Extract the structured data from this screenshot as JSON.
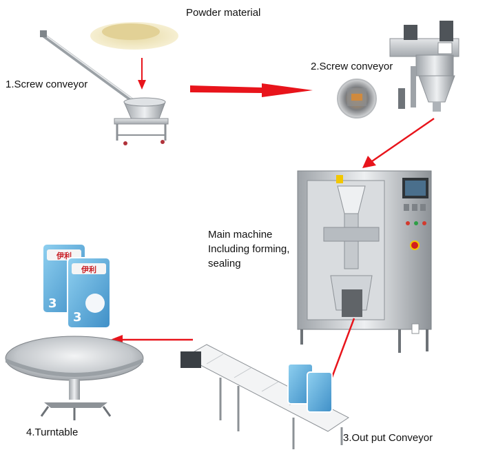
{
  "labels": {
    "powder": "Powder material",
    "screw1": "1.Screw conveyor",
    "screw2": "2.Screw conveyor",
    "main_line1": "Main machine",
    "main_line2": "Including forming,",
    "main_line3": "sealing",
    "outconv": "3.Out put Conveyor",
    "turntable": "4.Turntable"
  },
  "package": {
    "brand": "伊利",
    "number": "3"
  },
  "colors": {
    "arrow": "#e8141b",
    "steel": "#c9ccd0",
    "powder": "#e6d9a4",
    "package_blue": "#5aa8d8"
  }
}
